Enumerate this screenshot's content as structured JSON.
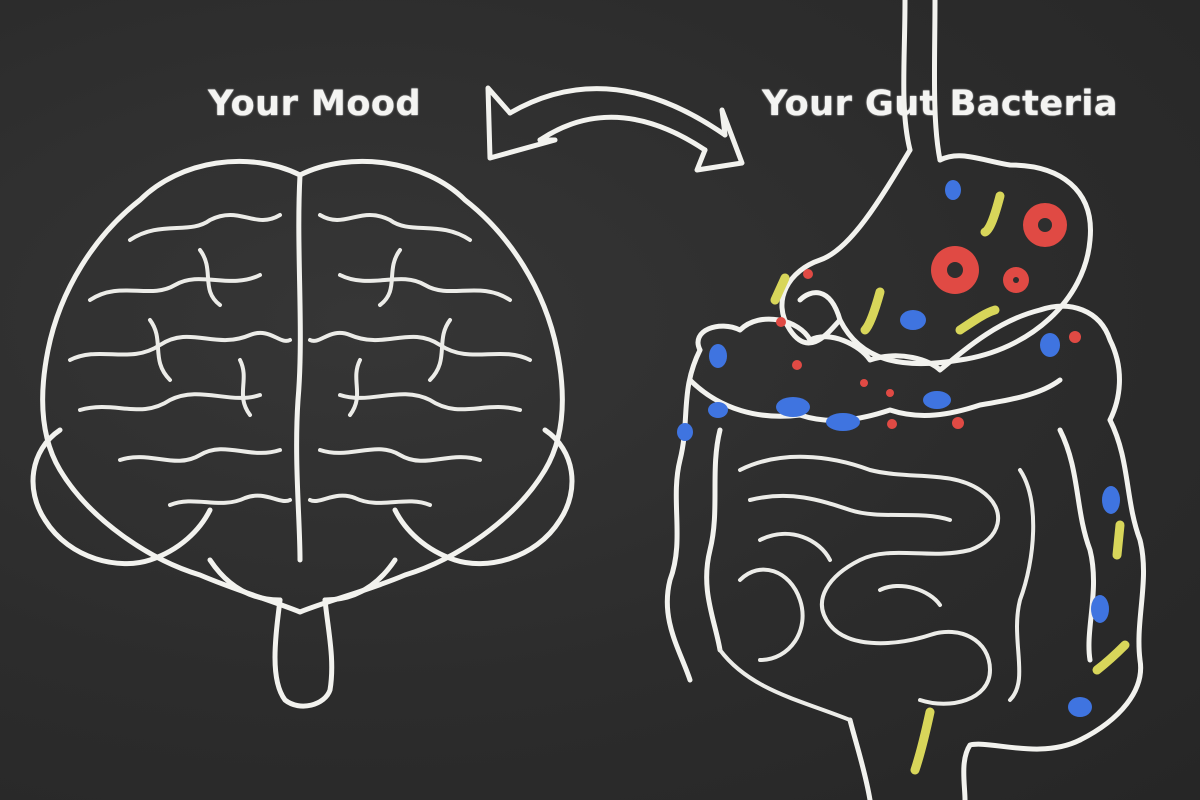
{
  "labels": {
    "left": "Your Mood",
    "right": "Your Gut Bacteria"
  },
  "illustration": {
    "style": "chalk drawing on blackboard",
    "background_color": "#2e2e2e",
    "chalk_color": "#f2f2ee",
    "left_figure": "brain-icon",
    "right_figure": "digestive-system-icon",
    "connector": "double-curved-arrow-icon",
    "bacteria_colors": {
      "red": "#e04a44",
      "blue": "#3f74e0",
      "yellow": "#d8d65a"
    }
  }
}
